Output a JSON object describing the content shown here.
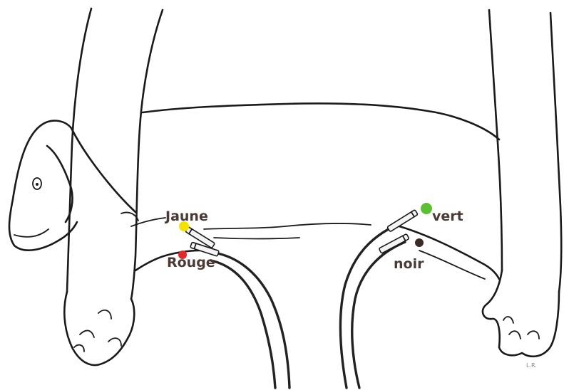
{
  "electrodes": [
    {
      "id": "yellow",
      "label": "Jaune",
      "color": "#f4e200"
    },
    {
      "id": "red",
      "label": "Rouge",
      "color": "#e02a2a"
    },
    {
      "id": "green",
      "label": "vert",
      "color": "#5cc033"
    },
    {
      "id": "black",
      "label": "noir",
      "color": "#3b2a25"
    }
  ],
  "signature": "L.R."
}
